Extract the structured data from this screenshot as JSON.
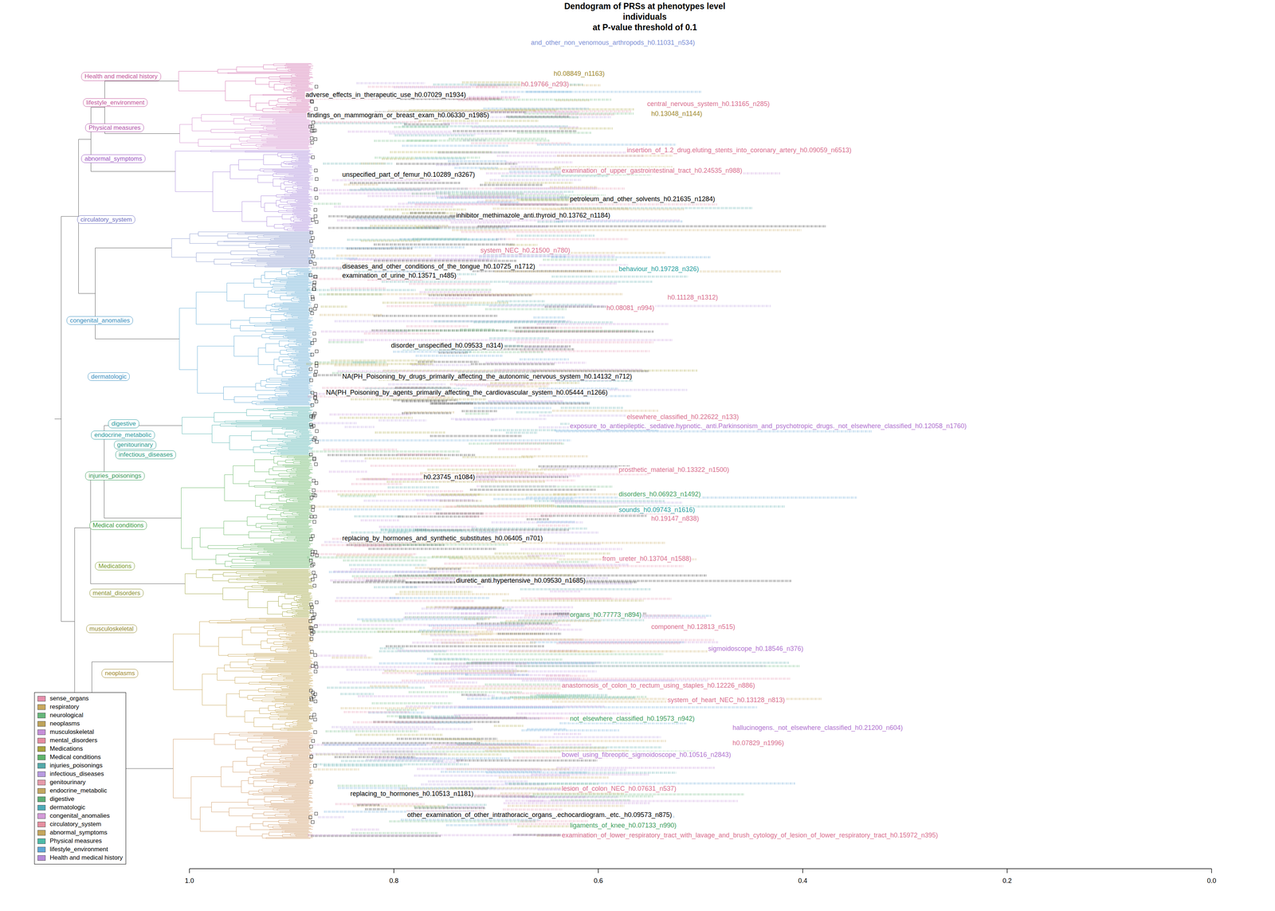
{
  "diagram": {
    "title": "Dendogram of PRSs at phenotypes level",
    "nodes": [
      {
        "text": [
          "Health and medical history"
        ]
      },
      {
        "text": [
          "lifestyle_environment"
        ]
      },
      {
        "text": [
          "Physical measures"
        ]
      },
      {
        "text": [
          "abnormal_symptoms"
        ]
      },
      {
        "text": [
          "circulatory_system"
        ]
      },
      {
        "text": [
          "congenital_anomalies"
        ]
      },
      {
        "text": [
          "dermatologic"
        ]
      },
      {
        "text": [
          "digestive"
        ]
      },
      {
        "text": [
          "endocrine_metabolic"
        ]
      },
      {
        "text": [
          "genitourinary"
        ]
      },
      {
        "text": [
          "infectious_diseases"
        ]
      },
      {
        "text": [
          "injuries_poisonings"
        ]
      },
      {
        "text": [
          "Medical conditions"
        ]
      },
      {
        "text": [
          "Medications"
        ]
      },
      {
        "text": [
          "mental_disorders"
        ]
      },
      {
        "text": [
          "musculoskeletal"
        ]
      },
      {
        "text": [
          "neoplasms"
        ]
      }
    ],
    "labels": [
      "individuals",
      "at P-value threshold of 0.1",
      "1.0",
      "0.8",
      "0.6",
      "0.4",
      "0.2",
      "0.0",
      "and_other_non_venomous_arthropods_h0.11031_n534)",
      "adverse_effects_in_therapeutic_use_h0.07029_n1934)",
      "findings_on_mammogram_or_breast_exam_h0.06330_n1985)",
      "central_nervous_system_h0.13165_n285)",
      "insertion_of_1.2_drug.eluting_stents_into_coronary_artery_h0.09059_n6513)",
      "h0.13048_n1144)",
      "examination_of_upper_gastrointestinal_tract_h0.24535_n988)",
      "unspecified_part_of_femur_h0.10289_n3267)",
      "petroleum_and_other_solvents_h0.21635_n1284)",
      "inhibitor_methimazole_anti.thyroid_h0.13762_n1184)",
      "system_NEC_h0.21500_n780)",
      "behaviour_h0.19728_n326)",
      "diseases_and_other_conditions_of_the_tongue_h0.10725_n1712)",
      "examination_of_urine_h0.13571_n485)",
      "h0.11128_n1312)",
      "h0.08081_n994)",
      "disorder_unspecified_h0.09533_n314)",
      "NA(PH_Poisoning_by_drugs_primarily_affecting_the_autonomic_nervous_system_h0.14132_n712)",
      "NA(PH_Poisoning_by_agents_primarily_affecting_the_cardiovascular_system_h0.05444_n1266)",
      "elsewhere_classified_h0.22622_n133)",
      "exposure_to_antiepileptic._sedative.hypnotic._anti.Parkinsonism_and_psychotropic_drugs._not_elsewhere_classified_h0.12058_n1760)",
      "prosthetic_material_h0.13322_n1500)",
      "h0.23745_n1084)",
      "disorders_h0.06923_n1492)",
      "sounds_h0.09743_n1616)",
      "h0.19147_n838)",
      "replacing_by_hormones_and_synthetic_substitutes_h0.06405_n701)",
      "from_ureter_h0.13704_n1588)",
      "diuretic_anti.hypertensive_h0.09530_n1685)",
      "organs_h0.77773_n894)",
      "component_h0.12813_n515)",
      "sigmoidoscope_h0.18546_n376)",
      "anastomosis_of_colon_to_rectum_using_staples_h0.12226_n886)",
      "system_of_heart_NEC_h0.13128_n813)",
      "not_elsewhere_classified_h0.19573_n942)",
      "hallucinogens._not_elsewhere_classified_h0.21200_n604)",
      "h0.07829_n1996)",
      "bowel_using_fibreoptic_sigmoidoscope_h0.10516_n2843)",
      "replacing_to_hormones_h0.10513_n1181)",
      "lesion_of_colon_NEC_h0.07631_n537)",
      "other_examination_of_other_intrathoracic_organs_.echocardiogram._etc._h0.09573_n875)",
      "ligaments_of_knee_h0.07133_n990)",
      "examination_of_lower_respiratory_tract_with_lavage_and_brush_cytology_of_lesion_of_lower_respiratory_tract_h0.15972_n395)",
      "h0.19766_n293)",
      "h0.08849_n1163)"
    ],
    "legend": [
      {
        "text": "sense_organs",
        "color": "#e68fac"
      },
      {
        "text": "respiratory",
        "color": "#c8a85e"
      },
      {
        "text": "neurological",
        "color": "#66b77a"
      },
      {
        "text": "neoplasms",
        "color": "#bda35a"
      },
      {
        "text": "musculoskeletal",
        "color": "#c58fd8"
      },
      {
        "text": "mental_disorders",
        "color": "#e58ca0"
      },
      {
        "text": "Medications",
        "color": "#a9a43e"
      },
      {
        "text": "Medical conditions",
        "color": "#5fb36a"
      },
      {
        "text": "injuries_poisonings",
        "color": "#54a9a9"
      },
      {
        "text": "infectious_diseases",
        "color": "#b79ae0"
      },
      {
        "text": "genitourinary",
        "color": "#e59aa9"
      },
      {
        "text": "endocrine_metabolic",
        "color": "#c3a660"
      },
      {
        "text": "digestive",
        "color": "#5dae76"
      },
      {
        "text": "dermatologic",
        "color": "#4eaab7"
      },
      {
        "text": "congenital_anomalies",
        "color": "#d49ad8"
      },
      {
        "text": "circulatory_system",
        "color": "#e58fa0"
      },
      {
        "text": "abnormal_symptoms",
        "color": "#c4a55c"
      },
      {
        "text": "Physical measures",
        "color": "#4dbaa7"
      },
      {
        "text": "lifestyle_environment",
        "color": "#5fa6d6"
      },
      {
        "text": "Health and medical history",
        "color": "#b58ad8"
      }
    ]
  }
}
